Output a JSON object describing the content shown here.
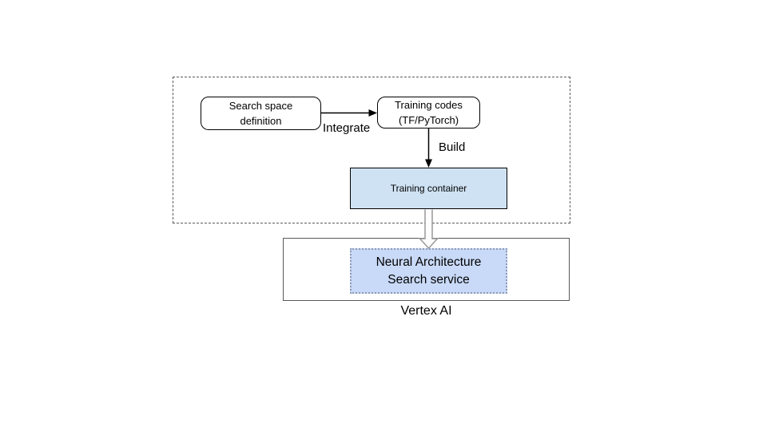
{
  "nodes": {
    "search_space": {
      "line1": "Search space",
      "line2": "definition"
    },
    "training_codes": {
      "line1": "Training codes",
      "line2": "(TF/PyTorch)"
    },
    "training_container": {
      "label": "Training container",
      "fill": "#cfe2f3"
    },
    "nas_service": {
      "line1": "Neural Architecture",
      "line2": "Search service",
      "fill": "#c9daf8"
    }
  },
  "edges": {
    "integrate": {
      "label": "Integrate"
    },
    "build": {
      "label": "Build"
    }
  },
  "containers": {
    "vertex_ai": {
      "label": "Vertex AI"
    }
  },
  "colors": {
    "training_container_fill": "#cfe2f3",
    "nas_service_fill": "#c9daf8",
    "nas_service_border": "#8f9bb3",
    "outer_border_gray": "#595959",
    "node_border_black": "#000000",
    "thick_arrow_outline": "#999999",
    "background": "#ffffff"
  }
}
